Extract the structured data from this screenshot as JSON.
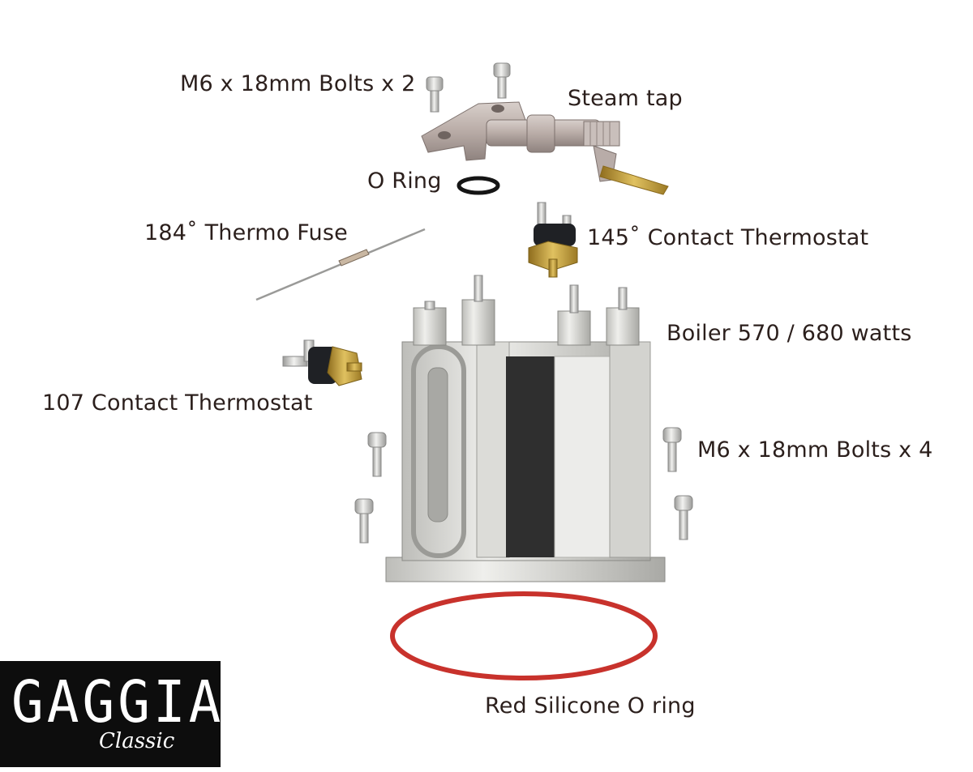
{
  "labels": {
    "bolts_top": "M6 x 18mm Bolts x 2",
    "steam_tap": "Steam tap",
    "o_ring": "O Ring",
    "thermo_fuse": "184˚ Thermo Fuse",
    "thermostat_145": "145˚ Contact Thermostat",
    "boiler": "Boiler 570 / 680 watts",
    "thermostat_107": "107 Contact Thermostat",
    "bolts_side": "M6 x 18mm Bolts x 4",
    "red_o_ring": "Red Silicone O ring"
  },
  "logo": {
    "main": "GAGGIA",
    "sub": "Classic"
  },
  "colors": {
    "text": "#2b1f1c",
    "logo_bg": "#0d0d0d",
    "logo_text": "#ffffff",
    "red_seal": "#c8322c",
    "brass": "#c9a23a",
    "aluminium": "#d7d7d4",
    "dark_element": "#2f2f2f"
  }
}
